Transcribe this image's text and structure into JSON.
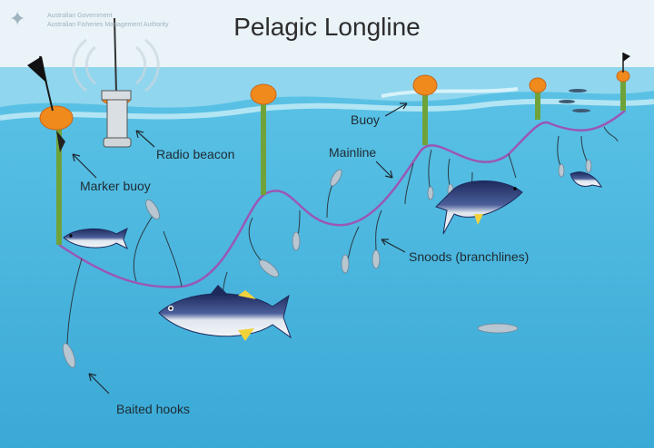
{
  "title": "Pelagic Longline",
  "agency": {
    "line1": "Australian Government",
    "line2": "Australian Fisheries Management Authority"
  },
  "labels": {
    "marker_buoy": "Marker buoy",
    "radio_beacon": "Radio beacon",
    "buoy": "Buoy",
    "mainline": "Mainline",
    "snoods": "Snoods (branchlines)",
    "baited_hooks": "Baited hooks"
  },
  "colors": {
    "sky": "#e9f3f8",
    "sea": "#41b4dc",
    "surface": "#8fd6ee",
    "buoy": "#f08a1c",
    "float_line": "#6fa33a",
    "mainline": "#9a57b4",
    "text": "#1e2b33"
  }
}
